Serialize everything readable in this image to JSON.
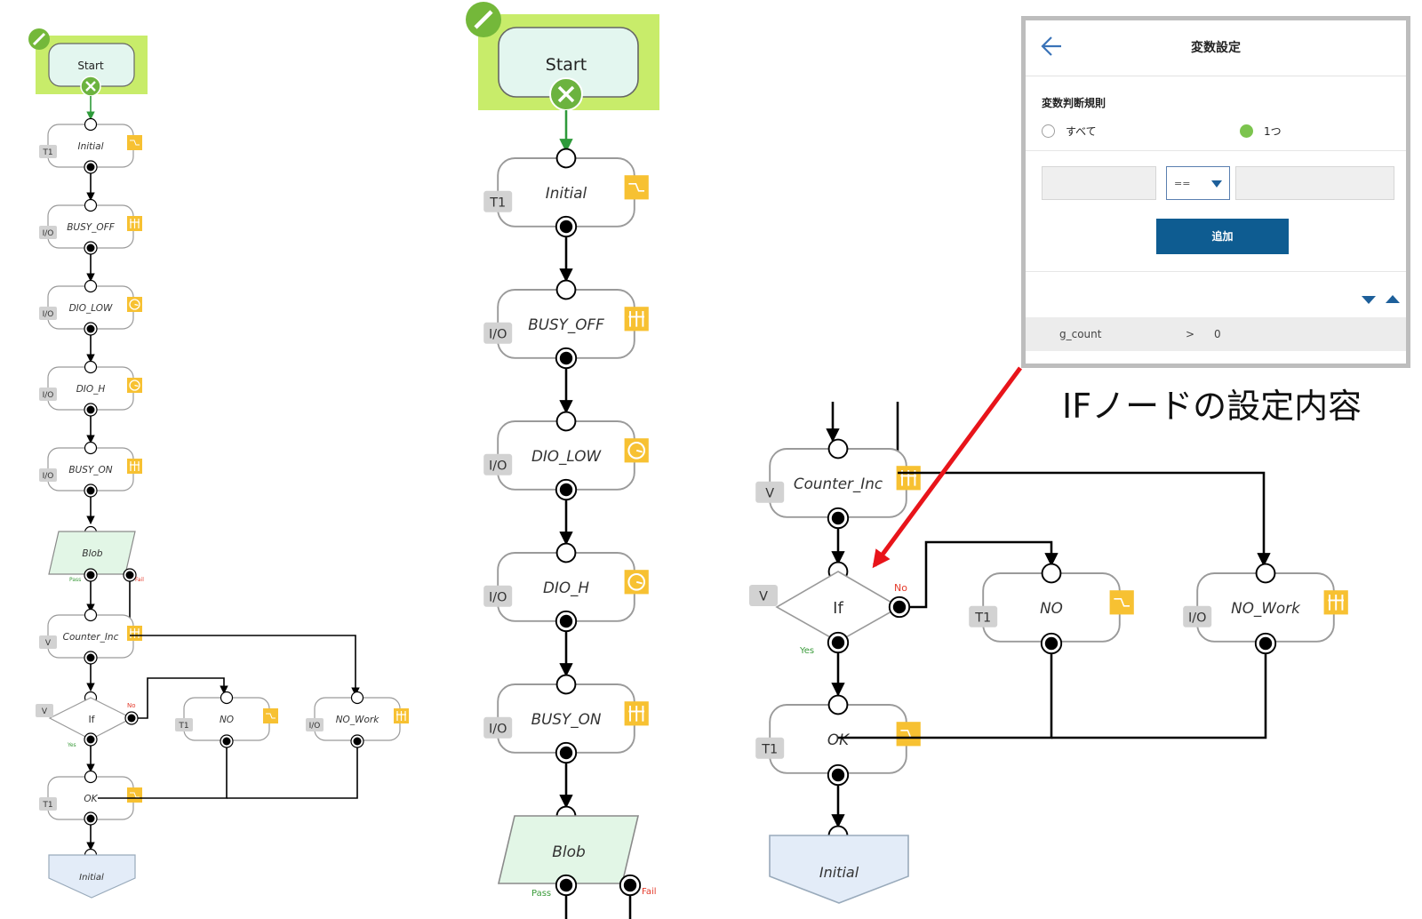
{
  "diagram": {
    "start_label": "Start",
    "nodes": {
      "initial": "Initial",
      "busy_off": "BUSY_OFF",
      "dio_low": "DIO_LOW",
      "dio_h": "DIO_H",
      "busy_on": "BUSY_ON",
      "blob": "Blob",
      "counter_inc": "Counter_Inc",
      "if": "If",
      "no": "NO",
      "no_work": "NO_Work",
      "ok": "OK",
      "end_initial": "Initial"
    },
    "chips": {
      "t1": "T1",
      "io": "I/O",
      "v": "V"
    },
    "branch_labels": {
      "pass": "Pass",
      "fail": "Fail",
      "yes": "Yes",
      "no": "No"
    },
    "colors": {
      "start_highlight": "#c8ec6a",
      "start_node": "#e3f6ef",
      "edit_badge": "#74b83a",
      "cancel_badge": "#6cb33f",
      "icon_orange": "#f7c132",
      "blob_fill": "#e2f6e6",
      "end_fill": "#e3ecf8",
      "arrow_red": "#e8141a",
      "pass_green": "#3a9b3a",
      "fail_red": "#e43a2a"
    }
  },
  "panel": {
    "title": "変数設定",
    "rule_title": "変数判断規則",
    "option_all": "すべて",
    "option_one": "1つ",
    "selected_option": "1つ",
    "operator": "==",
    "add_button": "追加",
    "rule": {
      "variable": "g_count",
      "operator": ">",
      "value": "0"
    }
  },
  "caption": "IFノードの設定内容"
}
